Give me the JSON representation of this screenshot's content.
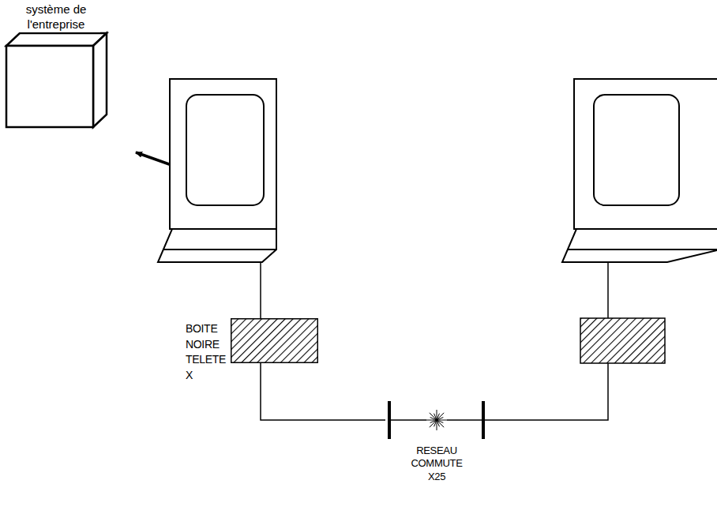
{
  "diagram": {
    "nodes": [
      {
        "text": [
          "système de l'entreprise"
        ]
      },
      {
        "text": [
          "BOITE NOIRE TELETE X"
        ]
      },
      {
        "text": [
          "RESEAU COMMUTE X25"
        ]
      }
    ],
    "edges": [
      {
        "from": 1,
        "to": 2,
        "arrow": "none"
      }
    ]
  }
}
